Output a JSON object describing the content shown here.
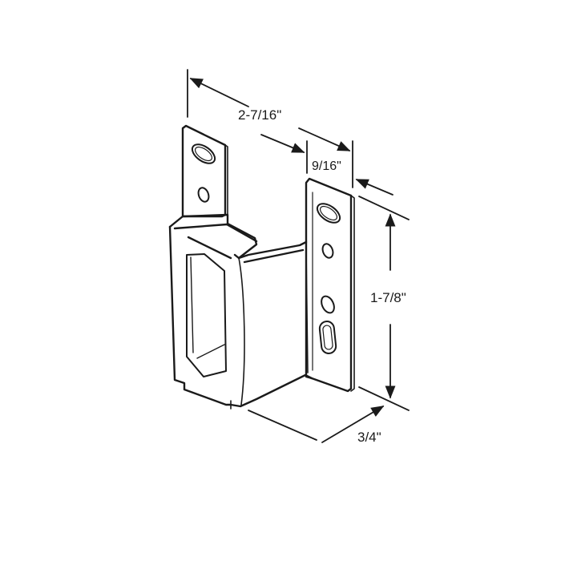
{
  "diagram": {
    "subject": "bracket",
    "colors": {
      "line": "#1a1a1a",
      "background": "#ffffff"
    },
    "dimensions": {
      "overall_width": "2-7/16\"",
      "flange_width": "9/16\"",
      "height": "1-7/8\"",
      "depth": "3/4\""
    }
  }
}
